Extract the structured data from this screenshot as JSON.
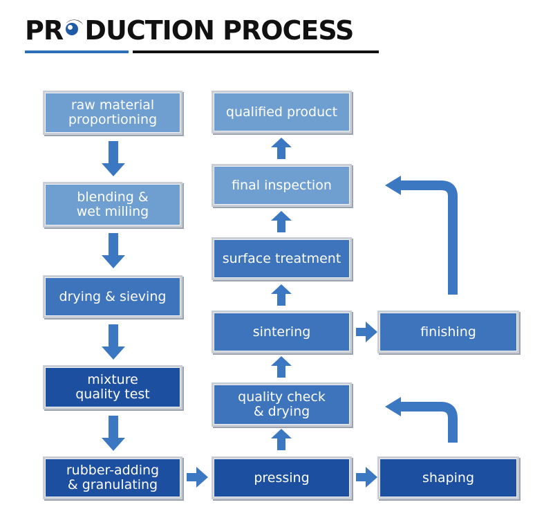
{
  "title": "PRODUCTION PROCESS",
  "colors": {
    "light": "#6f9fd1",
    "mid": "#3d74bc",
    "dark": "#1d4fa0",
    "arrow": "#3c78c2",
    "box_border": "#c9ced6"
  },
  "steps": {
    "raw_material": "raw material\nproportioning",
    "blending": "blending &\nwet milling",
    "drying_sieving": "drying & sieving",
    "mixture_test": "mixture\nquality test",
    "rubber_adding": "rubber-adding\n& granulating",
    "pressing": "pressing",
    "shaping": "shaping",
    "quality_check": "quality check\n& drying",
    "sintering": "sintering",
    "finishing": "finishing",
    "surface_treatment": "surface treatment",
    "final_inspection": "final inspection",
    "qualified_product": "qualified product"
  },
  "flow": [
    [
      "raw_material",
      "blending"
    ],
    [
      "blending",
      "drying_sieving"
    ],
    [
      "drying_sieving",
      "mixture_test"
    ],
    [
      "mixture_test",
      "rubber_adding"
    ],
    [
      "rubber_adding",
      "pressing"
    ],
    [
      "pressing",
      "shaping"
    ],
    [
      "shaping",
      "quality_check"
    ],
    [
      "pressing",
      "quality_check"
    ],
    [
      "quality_check",
      "sintering"
    ],
    [
      "sintering",
      "finishing"
    ],
    [
      "finishing",
      "final_inspection"
    ],
    [
      "sintering",
      "surface_treatment"
    ],
    [
      "surface_treatment",
      "final_inspection"
    ],
    [
      "final_inspection",
      "qualified_product"
    ]
  ]
}
